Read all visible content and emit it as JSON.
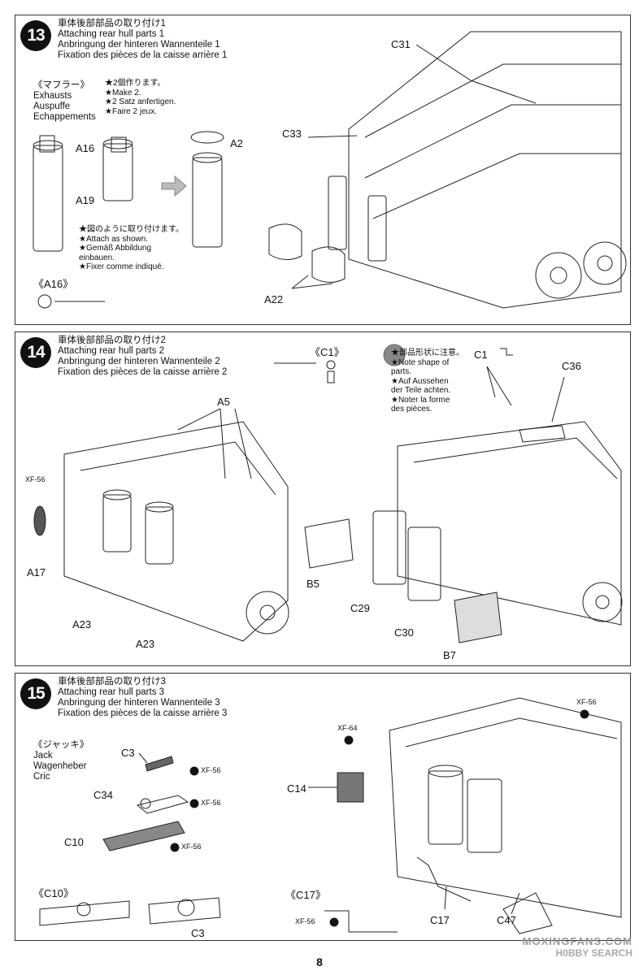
{
  "page_number": "8",
  "watermark": {
    "line1": "MOXINGFANS.COM",
    "line2": "H0BBY SEARCH"
  },
  "step13": {
    "number": "13",
    "title_jp": "車体後部部品の取り付け1",
    "title_en": "Attaching rear hull parts 1",
    "title_de": "Anbringung der hinteren Wannenteile 1",
    "title_fr": "Fixation des pièces de la caisse arrière 1",
    "exhaust": {
      "jp": "《マフラー》",
      "en": "Exhausts",
      "de": "Auspuffe",
      "fr": "Echappements"
    },
    "make2": {
      "jp": "★2個作ります。",
      "en": "★Make 2.",
      "de": "★2 Satz anfertigen.",
      "fr": "★Faire 2 jeux."
    },
    "attach": {
      "jp": "★図のように取り付けます。",
      "en": "★Attach as shown.",
      "de1": "★Gemäß Abbildung",
      "de2": "einbauen.",
      "fr": "★Fixer comme indiqué."
    },
    "parts": {
      "a16": "A16",
      "a19": "A19",
      "a2": "A2",
      "a16_detail": "《A16》",
      "c31": "C31",
      "c33": "C33",
      "a22": "A22"
    }
  },
  "step14": {
    "number": "14",
    "title_jp": "車体後部部品の取り付け2",
    "title_en": "Attaching rear hull parts 2",
    "title_de": "Anbringung der hinteren Wannenteile 2",
    "title_fr": "Fixation des pièces de la caisse arrière 2",
    "c1_detail": "《C1》",
    "note": {
      "jp": "★部品形状に注意。",
      "en1": "★Note shape of",
      "en2": "parts.",
      "de1": "★Auf Aussehen",
      "de2": "der Teile achten.",
      "fr1": "★Noter la forme",
      "fr2": "des pièces."
    },
    "paint": "XF-56",
    "parts": {
      "a5": "A5",
      "a17": "A17",
      "a23a": "A23",
      "a23b": "A23",
      "c1": "C1",
      "c36": "C36",
      "b5": "B5",
      "c29": "C29",
      "c30": "C30",
      "b7": "B7"
    }
  },
  "step15": {
    "number": "15",
    "title_jp": "車体後部部品の取り付け3",
    "title_en": "Attaching rear hull parts 3",
    "title_de": "Anbringung der hinteren Wannenteile 3",
    "title_fr": "Fixation des pièces de la caisse arrière 3",
    "jack": {
      "jp": "《ジャッキ》",
      "en": "Jack",
      "de": "Wagenheber",
      "fr": "Cric"
    },
    "paints": {
      "xf56": "XF-56",
      "xf64": "XF-64"
    },
    "parts": {
      "c3": "C3",
      "c34": "C34",
      "c10": "C10",
      "c10_detail": "《C10》",
      "c3b": "C3",
      "c17_detail": "《C17》",
      "c14": "C14",
      "c17": "C17",
      "c47": "C47"
    }
  }
}
